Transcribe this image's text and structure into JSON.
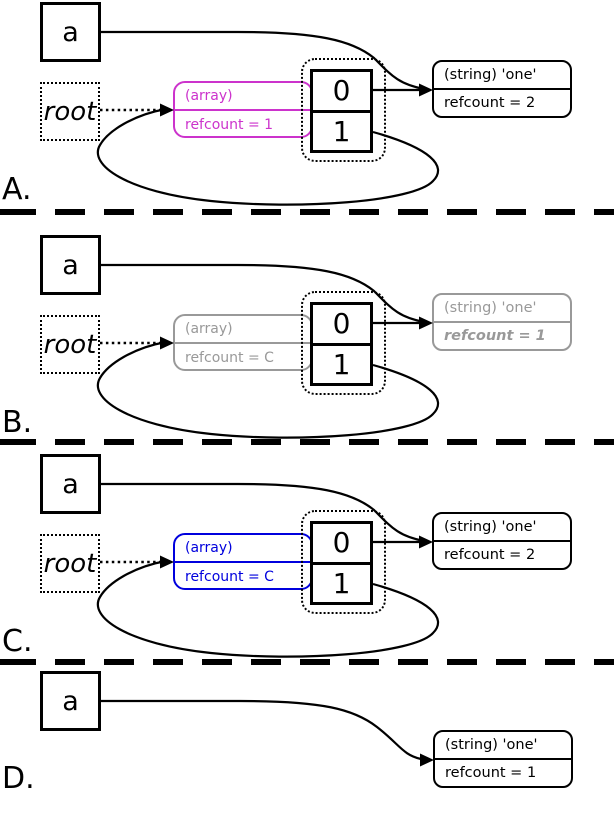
{
  "panels": {
    "a": {
      "label": "A.",
      "variable": "a",
      "root": "root",
      "array_box": {
        "type_label": "(array)",
        "refcount": "refcount = 1",
        "accent": "#cc33cc"
      },
      "cells": [
        "0",
        "1"
      ],
      "string_box": {
        "type_label": "(string) 'one'",
        "refcount": "refcount = 2",
        "accent": "#000000"
      }
    },
    "b": {
      "label": "B.",
      "variable": "a",
      "root": "root",
      "array_box": {
        "type_label": "(array)",
        "refcount": "refcount = C",
        "accent": "#999999"
      },
      "cells": [
        "0",
        "1"
      ],
      "string_box": {
        "type_label": "(string) 'one'",
        "refcount": "refcount = 1",
        "accent": "#999999"
      }
    },
    "c": {
      "label": "C.",
      "variable": "a",
      "root": "root",
      "array_box": {
        "type_label": "(array)",
        "refcount": "refcount = C",
        "accent": "#0000dd"
      },
      "cells": [
        "0",
        "1"
      ],
      "string_box": {
        "type_label": "(string) 'one'",
        "refcount": "refcount = 2",
        "accent": "#000000"
      }
    },
    "d": {
      "label": "D.",
      "variable": "a",
      "string_box": {
        "type_label": "(string) 'one'",
        "refcount": "refcount = 1",
        "accent": "#000000"
      }
    }
  }
}
